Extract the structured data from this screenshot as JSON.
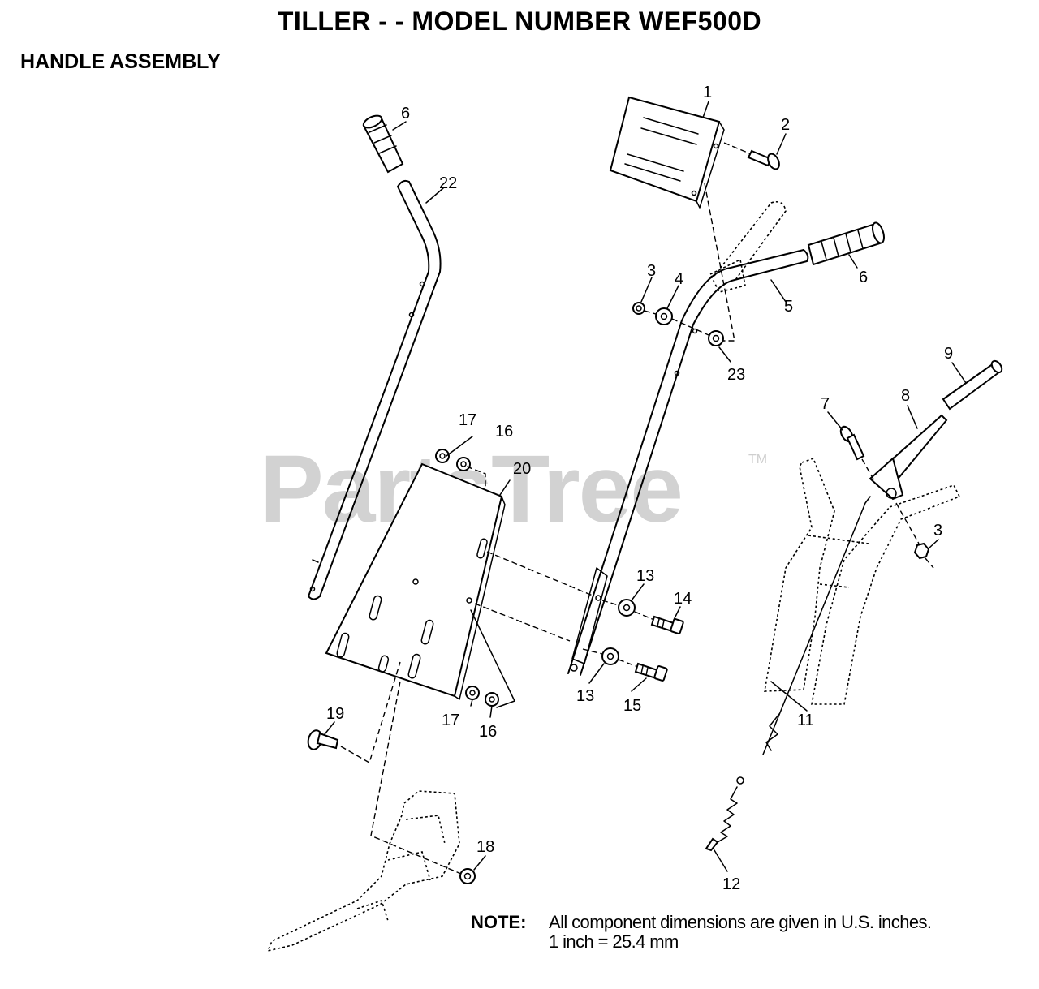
{
  "title": "TILLER - - MODEL NUMBER WEF500D",
  "section": "HANDLE ASSEMBLY",
  "watermark": "PartsTree",
  "watermark_mark": "TM",
  "note": {
    "label": "NOTE:",
    "line1": "All component dimensions are given in U.S. inches.",
    "line2": "1 inch = 25.4 mm"
  },
  "callouts": {
    "c1": "1",
    "c2": "2",
    "c3a": "3",
    "c3b": "3",
    "c4": "4",
    "c5": "5",
    "c6a": "6",
    "c6b": "6",
    "c7": "7",
    "c8": "8",
    "c9": "9",
    "c11": "11",
    "c12": "12",
    "c13a": "13",
    "c13b": "13",
    "c14": "14",
    "c15": "15",
    "c16a": "16",
    "c16b": "16",
    "c17a": "17",
    "c17b": "17",
    "c18": "18",
    "c19": "19",
    "c20": "20",
    "c22": "22",
    "c23": "23"
  }
}
